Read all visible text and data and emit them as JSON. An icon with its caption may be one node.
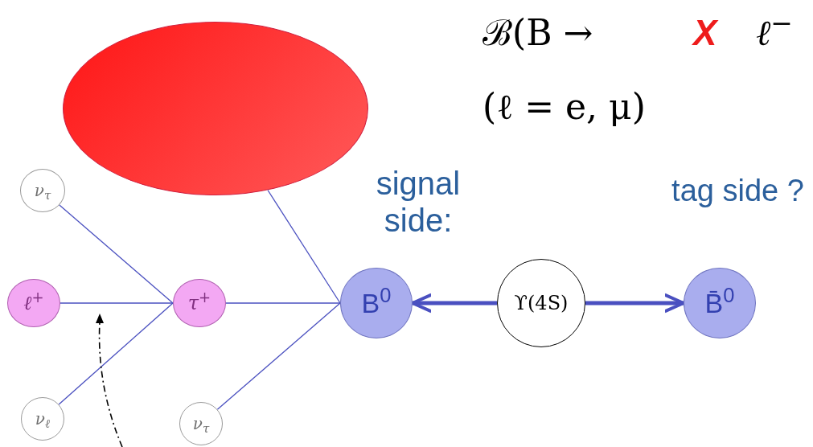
{
  "diagram": {
    "nodes": [
      {
        "text": [
          "ν$_{τ}$"
        ]
      },
      {
        "text": [
          "ℓ$^{+}$"
        ]
      },
      {
        "text": [
          "τ$^{+}$"
        ]
      },
      {
        "text": [
          "ν$_{ℓ}$"
        ]
      },
      {
        "text": [
          "ν$_{τ}$"
        ]
      },
      {
        "text": [
          "B$^{0}$"
        ]
      },
      {
        "text": [
          "ϒ(4S)"
        ]
      },
      {
        "text": [
          "B̄$^{0}$"
        ]
      },
      {
        "text": [],
        "shape": "ellipse"
      }
    ],
    "edges": [
      {
        "from": 0,
        "to": 2,
        "arrow": "none"
      },
      {
        "from": 1,
        "to": 2,
        "arrow": "none"
      },
      {
        "from": 3,
        "to": 2,
        "arrow": "none"
      },
      {
        "from": 8,
        "to": 5,
        "arrow": "none"
      },
      {
        "from": 2,
        "to": 5,
        "arrow": "none"
      },
      {
        "from": 4,
        "to": 5,
        "arrow": "none"
      },
      {
        "from": 6,
        "to": 5,
        "arrow": "to",
        "style": "thick"
      },
      {
        "from": 6,
        "to": 7,
        "arrow": "to",
        "style": "thick"
      }
    ],
    "labels": [
      "ℬ(B →",
      "X",
      "ℓ$^{−}$",
      "(ℓ = e, μ)",
      "signal side:",
      "tag side ?"
    ]
  }
}
